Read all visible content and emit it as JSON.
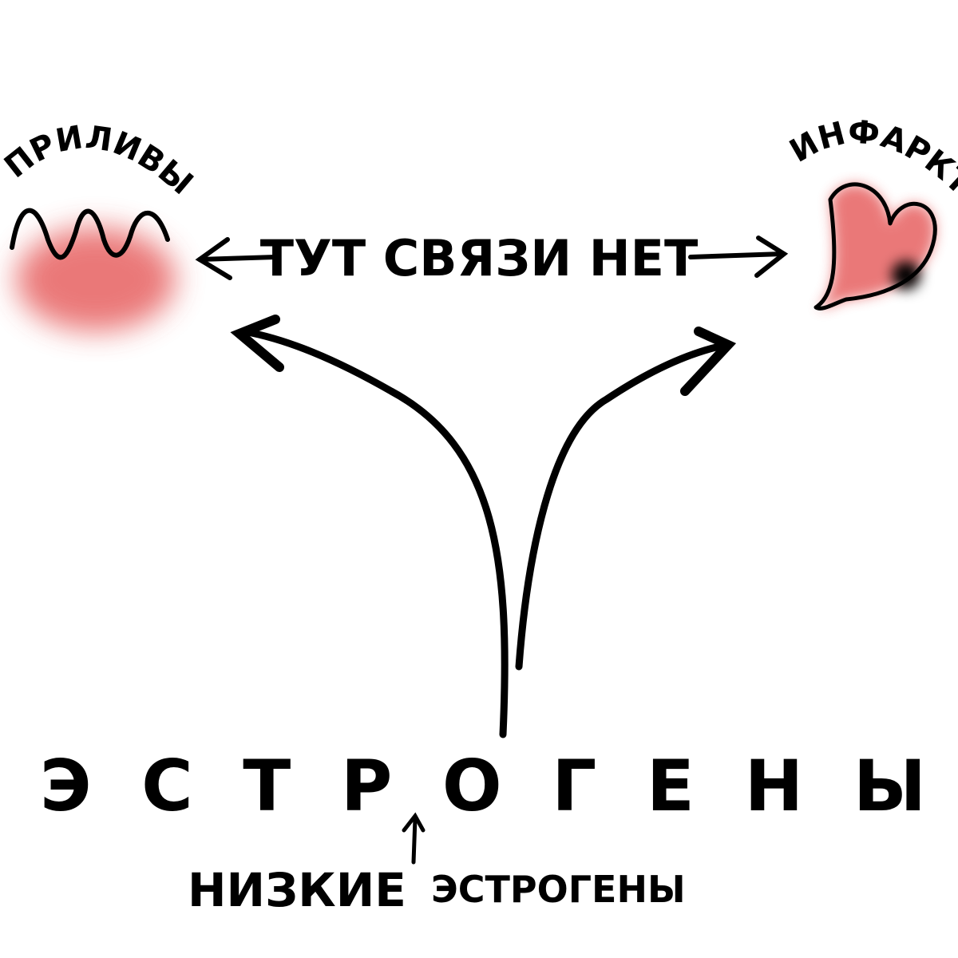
{
  "labels": {
    "hot_flashes": "ПРИЛИВЫ",
    "heart_attack": "ИНФАРКТ",
    "no_link": "ТУТ СВЯЗИ НЕТ",
    "estrogens": "ЭСТРОГЕНЫ",
    "low_estrogens_word1": "НИЗКИЕ",
    "low_estrogens_word2": "ЭСТРОГЕНЫ"
  },
  "colors": {
    "ink": "#000000",
    "blush": "#e86a6a",
    "background": "#ffffff"
  }
}
